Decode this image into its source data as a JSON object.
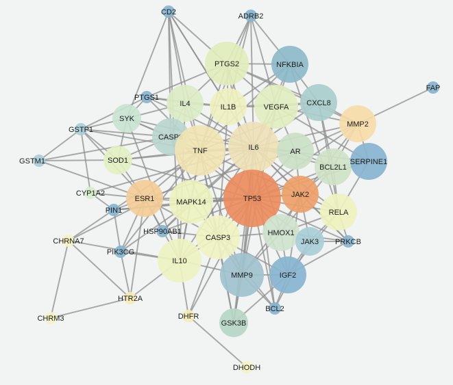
{
  "network": {
    "nodes": [
      {
        "id": "CD2",
        "color": "#88b4cf",
        "size": "xs"
      },
      {
        "id": "ADRB2",
        "color": "#88b4cf",
        "size": "xs"
      },
      {
        "id": "PTGS2",
        "color": "#e1ecbb",
        "size": "l"
      },
      {
        "id": "NFKBIA",
        "color": "#8dbac8",
        "size": "m"
      },
      {
        "id": "FAP",
        "color": "#88b4cf",
        "size": "xs"
      },
      {
        "id": "PTGS1",
        "color": "#88b4cf",
        "size": "xs"
      },
      {
        "id": "IL4",
        "color": "#dcecc4",
        "size": "m"
      },
      {
        "id": "IL1B",
        "color": "#eef0be",
        "size": "m"
      },
      {
        "id": "VEGFA",
        "color": "#e2edbf",
        "size": "l"
      },
      {
        "id": "CXCL8",
        "color": "#a9cdcb",
        "size": "m"
      },
      {
        "id": "MMP2",
        "color": "#f6dba8",
        "size": "m"
      },
      {
        "id": "SYK",
        "color": "#c9e3d0",
        "size": "s"
      },
      {
        "id": "GSTP1",
        "color": "#a9cdd6",
        "size": "xs"
      },
      {
        "id": "CASP8",
        "color": "#b8d6cd",
        "size": "m"
      },
      {
        "id": "TNF",
        "color": "#f1e4b3",
        "size": "xl"
      },
      {
        "id": "IL6",
        "color": "#eee1b6",
        "size": "xl"
      },
      {
        "id": "AR",
        "color": "#cbe0c5",
        "size": "m"
      },
      {
        "id": "BCL2L1",
        "color": "#cfe2c6",
        "size": "m"
      },
      {
        "id": "SERPINE1",
        "color": "#88b4cf",
        "size": "m"
      },
      {
        "id": "GSTM1",
        "color": "#a9cdd6",
        "size": "xs"
      },
      {
        "id": "SOD1",
        "color": "#e3efc1",
        "size": "s"
      },
      {
        "id": "CYP1A2",
        "color": "#d9eccc",
        "size": "xs"
      },
      {
        "id": "ESR1",
        "color": "#f3cc96",
        "size": "m"
      },
      {
        "id": "MAPK14",
        "color": "#eef2bf",
        "size": "l"
      },
      {
        "id": "TP53",
        "color": "#ec8c5d",
        "size": "xxl"
      },
      {
        "id": "JAK2",
        "color": "#ee9f68",
        "size": "m"
      },
      {
        "id": "RELA",
        "color": "#eff2bf",
        "size": "m"
      },
      {
        "id": "PIN1",
        "color": "#88b4cf",
        "size": "xs"
      },
      {
        "id": "HSP90AB1",
        "color": "#88b4cf",
        "size": "xs"
      },
      {
        "id": "HMOX1",
        "color": "#cfe3cd",
        "size": "m"
      },
      {
        "id": "CHRNA7",
        "color": "#f4f2c4",
        "size": "xs"
      },
      {
        "id": "CASP3",
        "color": "#eff2c0",
        "size": "l"
      },
      {
        "id": "JAK3",
        "color": "#a9cdd6",
        "size": "s"
      },
      {
        "id": "PRKCB",
        "color": "#88b4cf",
        "size": "xs"
      },
      {
        "id": "PIK3CG",
        "color": "#88b4cf",
        "size": "xs"
      },
      {
        "id": "IL10",
        "color": "#eef2c0",
        "size": "l"
      },
      {
        "id": "MMP9",
        "color": "#9fc2cd",
        "size": "l"
      },
      {
        "id": "IGF2",
        "color": "#88b4cf",
        "size": "m"
      },
      {
        "id": "HTR2A",
        "color": "#f4edb6",
        "size": "xs"
      },
      {
        "id": "BCL2",
        "color": "#88b4cf",
        "size": "xs"
      },
      {
        "id": "DHFR",
        "color": "#f4edb6",
        "size": "xs"
      },
      {
        "id": "CHRM3",
        "color": "#f4f2c4",
        "size": "xs"
      },
      {
        "id": "GSK3B",
        "color": "#b6d6c6",
        "size": "s"
      },
      {
        "id": "DHODH",
        "color": "#f4f2c4",
        "size": "xs"
      }
    ],
    "edges": [
      [
        "CD2",
        "PTGS2"
      ],
      [
        "CD2",
        "IL4"
      ],
      [
        "CD2",
        "IL1B"
      ],
      [
        "CD2",
        "TNF"
      ],
      [
        "CD2",
        "SYK"
      ],
      [
        "CD2",
        "IL6"
      ],
      [
        "CD2",
        "CASP8"
      ],
      [
        "CD2",
        "IL10"
      ],
      [
        "ADRB2",
        "PTGS2"
      ],
      [
        "ADRB2",
        "IL6"
      ],
      [
        "ADRB2",
        "TNF"
      ],
      [
        "ADRB2",
        "NFKBIA"
      ],
      [
        "ADRB2",
        "VEGFA"
      ],
      [
        "ADRB2",
        "IL1B"
      ],
      [
        "FAP",
        "MMP2"
      ],
      [
        "GSTP1",
        "SYK"
      ],
      [
        "GSTP1",
        "GSTM1"
      ],
      [
        "GSTP1",
        "PTGS1"
      ],
      [
        "GSTP1",
        "SOD1"
      ],
      [
        "GSTP1",
        "CASP8"
      ],
      [
        "GSTP1",
        "TNF"
      ],
      [
        "GSTP1",
        "ESR1"
      ],
      [
        "GSTP1",
        "CYP1A2"
      ],
      [
        "GSTM1",
        "SOD1"
      ],
      [
        "GSTM1",
        "CASP8"
      ],
      [
        "GSTM1",
        "ESR1"
      ],
      [
        "CYP1A2",
        "ESR1"
      ],
      [
        "CYP1A2",
        "IL6"
      ],
      [
        "CYP1A2",
        "PIN1"
      ],
      [
        "PTGS1",
        "PTGS2"
      ],
      [
        "PTGS1",
        "IL1B"
      ],
      [
        "PTGS1",
        "TNF"
      ],
      [
        "PTGS1",
        "IL4"
      ],
      [
        "PTGS1",
        "SYK"
      ],
      [
        "PTGS1",
        "IL6"
      ],
      [
        "CHRNA7",
        "CHRM3"
      ],
      [
        "CHRNA7",
        "HTR2A"
      ],
      [
        "CHRNA7",
        "IL6"
      ],
      [
        "CHRNA7",
        "TNF"
      ],
      [
        "CHRNA7",
        "IL10"
      ],
      [
        "CHRM3",
        "HTR2A"
      ],
      [
        "HTR2A",
        "ESR1"
      ],
      [
        "HTR2A",
        "IL10"
      ],
      [
        "HTR2A",
        "PIK3CG"
      ],
      [
        "DHFR",
        "DHODH"
      ],
      [
        "DHFR",
        "TP53"
      ],
      [
        "DHFR",
        "CASP3"
      ],
      [
        "DHFR",
        "IL10"
      ],
      [
        "PIK3CG",
        "IL10"
      ],
      [
        "PIK3CG",
        "TNF"
      ],
      [
        "PIK3CG",
        "MAPK14"
      ],
      [
        "PIK3CG",
        "ESR1"
      ],
      [
        "PIK3CG",
        "PIN1"
      ],
      [
        "PIN1",
        "ESR1"
      ],
      [
        "PIN1",
        "TP53"
      ],
      [
        "PIN1",
        "MAPK14"
      ],
      [
        "PIN1",
        "JAK2"
      ],
      [
        "HSP90AB1",
        "ESR1"
      ],
      [
        "HSP90AB1",
        "TP53"
      ],
      [
        "HSP90AB1",
        "IL6"
      ],
      [
        "HSP90AB1",
        "MAPK14"
      ],
      [
        "HSP90AB1",
        "CASP3"
      ],
      [
        "PRKCB",
        "TP53"
      ],
      [
        "PRKCB",
        "RELA"
      ],
      [
        "PRKCB",
        "JAK3"
      ],
      [
        "PRKCB",
        "HMOX1"
      ],
      [
        "PRKCB",
        "IGF2"
      ],
      [
        "PRKCB",
        "JAK2"
      ],
      [
        "PRKCB",
        "IL6"
      ],
      [
        "BCL2",
        "TP53"
      ],
      [
        "BCL2",
        "IGF2"
      ],
      [
        "BCL2",
        "MMP9"
      ],
      [
        "BCL2",
        "IL6"
      ],
      [
        "BCL2",
        "CASP3"
      ],
      [
        "BCL2",
        "JAK3"
      ],
      [
        "GSK3B",
        "TP53"
      ],
      [
        "GSK3B",
        "MMP9"
      ],
      [
        "GSK3B",
        "IL6"
      ],
      [
        "GSK3B",
        "CASP3"
      ],
      [
        "GSK3B",
        "IGF2"
      ],
      [
        "GSK3B",
        "TNF"
      ],
      [
        "SERPINE1",
        "TP53"
      ],
      [
        "SERPINE1",
        "IL6"
      ],
      [
        "SERPINE1",
        "VEGFA"
      ],
      [
        "SERPINE1",
        "MMP2"
      ],
      [
        "SERPINE1",
        "RELA"
      ],
      [
        "SERPINE1",
        "BCL2L1"
      ],
      [
        "SYK",
        "IL4"
      ],
      [
        "SYK",
        "CASP8"
      ],
      [
        "SYK",
        "TNF"
      ],
      [
        "SYK",
        "IL6"
      ],
      [
        "SYK",
        "IL10"
      ],
      [
        "SYK",
        "SOD1"
      ],
      [
        "SOD1",
        "TNF"
      ],
      [
        "SOD1",
        "IL6"
      ],
      [
        "SOD1",
        "CASP8"
      ],
      [
        "SOD1",
        "TP53"
      ],
      [
        "SOD1",
        "ESR1"
      ],
      [
        "PTGS2",
        "NFKBIA"
      ],
      [
        "PTGS2",
        "IL1B"
      ],
      [
        "PTGS2",
        "VEGFA"
      ],
      [
        "PTGS2",
        "IL4"
      ],
      [
        "PTGS2",
        "TNF"
      ],
      [
        "PTGS2",
        "IL6"
      ],
      [
        "PTGS2",
        "CXCL8"
      ],
      [
        "PTGS2",
        "MMP2"
      ],
      [
        "PTGS2",
        "TP53"
      ],
      [
        "NFKBIA",
        "VEGFA"
      ],
      [
        "NFKBIA",
        "IL6"
      ],
      [
        "NFKBIA",
        "TNF"
      ],
      [
        "NFKBIA",
        "CXCL8"
      ],
      [
        "NFKBIA",
        "RELA"
      ],
      [
        "NFKBIA",
        "IL1B"
      ],
      [
        "IL4",
        "IL1B"
      ],
      [
        "IL4",
        "TNF"
      ],
      [
        "IL4",
        "IL6"
      ],
      [
        "IL4",
        "CASP8"
      ],
      [
        "IL4",
        "IL10"
      ],
      [
        "IL1B",
        "VEGFA"
      ],
      [
        "IL1B",
        "TNF"
      ],
      [
        "IL1B",
        "IL6"
      ],
      [
        "IL1B",
        "CASP3"
      ],
      [
        "IL1B",
        "CXCL8"
      ],
      [
        "VEGFA",
        "CXCL8"
      ],
      [
        "VEGFA",
        "IL6"
      ],
      [
        "VEGFA",
        "TP53"
      ],
      [
        "VEGFA",
        "MMP2"
      ],
      [
        "VEGFA",
        "AR"
      ],
      [
        "VEGFA",
        "MMP9"
      ],
      [
        "CXCL8",
        "MMP2"
      ],
      [
        "CXCL8",
        "IL6"
      ],
      [
        "CXCL8",
        "TNF"
      ],
      [
        "CXCL8",
        "RELA"
      ],
      [
        "CXCL8",
        "BCL2L1"
      ],
      [
        "MMP2",
        "AR"
      ],
      [
        "MMP2",
        "TP53"
      ],
      [
        "MMP2",
        "BCL2L1"
      ],
      [
        "MMP2",
        "MMP9"
      ],
      [
        "MMP2",
        "IL6"
      ],
      [
        "CASP8",
        "TNF"
      ],
      [
        "CASP8",
        "IL6"
      ],
      [
        "CASP8",
        "TP53"
      ],
      [
        "CASP8",
        "CASP3"
      ],
      [
        "CASP8",
        "MAPK14"
      ],
      [
        "TNF",
        "IL6"
      ],
      [
        "TNF",
        "TP53"
      ],
      [
        "TNF",
        "MAPK14"
      ],
      [
        "TNF",
        "CASP3"
      ],
      [
        "TNF",
        "IL10"
      ],
      [
        "TNF",
        "ESR1"
      ],
      [
        "TNF",
        "AR"
      ],
      [
        "TNF",
        "JAK2"
      ],
      [
        "TNF",
        "MMP9"
      ],
      [
        "IL6",
        "TP53"
      ],
      [
        "IL6",
        "AR"
      ],
      [
        "IL6",
        "JAK2"
      ],
      [
        "IL6",
        "MAPK14"
      ],
      [
        "IL6",
        "CASP3"
      ],
      [
        "IL6",
        "IL10"
      ],
      [
        "IL6",
        "BCL2L1"
      ],
      [
        "IL6",
        "RELA"
      ],
      [
        "IL6",
        "MMP9"
      ],
      [
        "IL6",
        "HMOX1"
      ],
      [
        "AR",
        "BCL2L1"
      ],
      [
        "AR",
        "TP53"
      ],
      [
        "AR",
        "JAK2"
      ],
      [
        "AR",
        "ESR1"
      ],
      [
        "BCL2L1",
        "TP53"
      ],
      [
        "BCL2L1",
        "JAK2"
      ],
      [
        "BCL2L1",
        "RELA"
      ],
      [
        "BCL2L1",
        "HMOX1"
      ],
      [
        "ESR1",
        "TP53"
      ],
      [
        "ESR1",
        "MAPK14"
      ],
      [
        "ESR1",
        "CASP3"
      ],
      [
        "ESR1",
        "IL10"
      ],
      [
        "MAPK14",
        "TP53"
      ],
      [
        "MAPK14",
        "CASP3"
      ],
      [
        "MAPK14",
        "IL10"
      ],
      [
        "MAPK14",
        "JAK2"
      ],
      [
        "TP53",
        "JAK2"
      ],
      [
        "TP53",
        "HMOX1"
      ],
      [
        "TP53",
        "CASP3"
      ],
      [
        "TP53",
        "MMP9"
      ],
      [
        "TP53",
        "IGF2"
      ],
      [
        "TP53",
        "RELA"
      ],
      [
        "TP53",
        "IL10"
      ],
      [
        "TP53",
        "JAK3"
      ],
      [
        "JAK2",
        "RELA"
      ],
      [
        "JAK2",
        "HMOX1"
      ],
      [
        "JAK2",
        "JAK3"
      ],
      [
        "JAK2",
        "IGF2"
      ],
      [
        "RELA",
        "HMOX1"
      ],
      [
        "RELA",
        "JAK3"
      ],
      [
        "RELA",
        "IGF2"
      ],
      [
        "HMOX1",
        "CASP3"
      ],
      [
        "HMOX1",
        "MMP9"
      ],
      [
        "HMOX1",
        "IGF2"
      ],
      [
        "HMOX1",
        "JAK3"
      ],
      [
        "CASP3",
        "IL10"
      ],
      [
        "CASP3",
        "MMP9"
      ],
      [
        "CASP3",
        "IGF2"
      ],
      [
        "IL10",
        "MMP9"
      ],
      [
        "MMP9",
        "IGF2"
      ],
      [
        "JAK3",
        "IGF2"
      ]
    ]
  }
}
